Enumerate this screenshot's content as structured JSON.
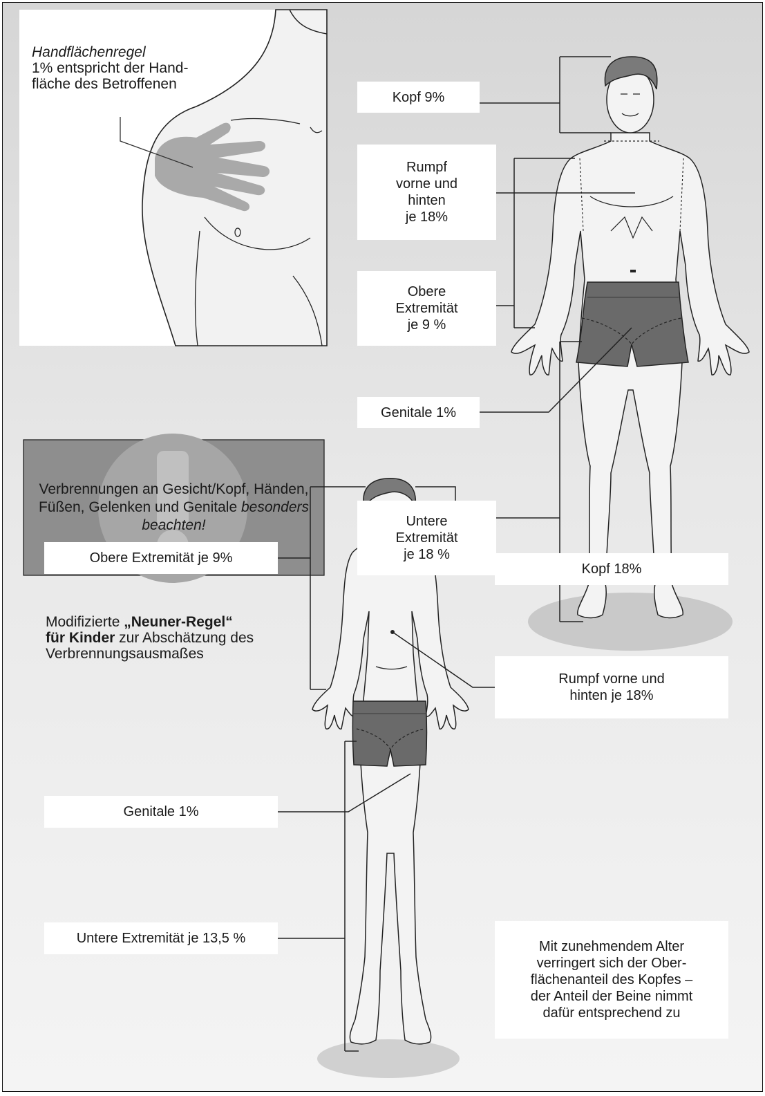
{
  "palm_rule": {
    "title": "Handflächenregel",
    "text": "1% entspricht der Hand-\nfläche des Betroffenen"
  },
  "warning": {
    "prefix": "Verbrennungen an Gesicht/Kopf, Händen, Füßen, Gelenken und Genitale ",
    "emphasis": "besonders beachten!"
  },
  "adult_labels": {
    "head": "Kopf 9%",
    "trunk": "Rumpf\nvorne und\nhinten\nje 18%",
    "upper_limb": "Obere\nExtremität\nje 9 %",
    "genitals": "Genitale 1%",
    "lower_limb": "Untere\nExtremität\nje 18 %"
  },
  "child_title": {
    "part1": "Modifizierte ",
    "bold1": "„Neuner-Regel“",
    "bold2": "für Kinder",
    "part2": " zur Abschätzung des Verbrennungsausmaßes"
  },
  "child_labels": {
    "head": "Kopf 18%",
    "trunk": "Rumpf vorne und\nhinten je 18%",
    "upper_limb": "Obere Extremität je 9%",
    "genitals": "Genitale 1%",
    "lower_limb": "Untere Extremität je 13,5 %",
    "note": "Mit zunehmendem Alter\nverringert sich der Ober-\nflächenanteil des Kopfes –\nder Anteil der Beine nimmt\ndafür entsprechend zu"
  },
  "colors": {
    "skin": "#f3f3f3",
    "shorts": "#6a6a6a",
    "hair": "#7a7a7a",
    "palm": "#a9a9a9",
    "warning_box": "#8e8e8e"
  }
}
